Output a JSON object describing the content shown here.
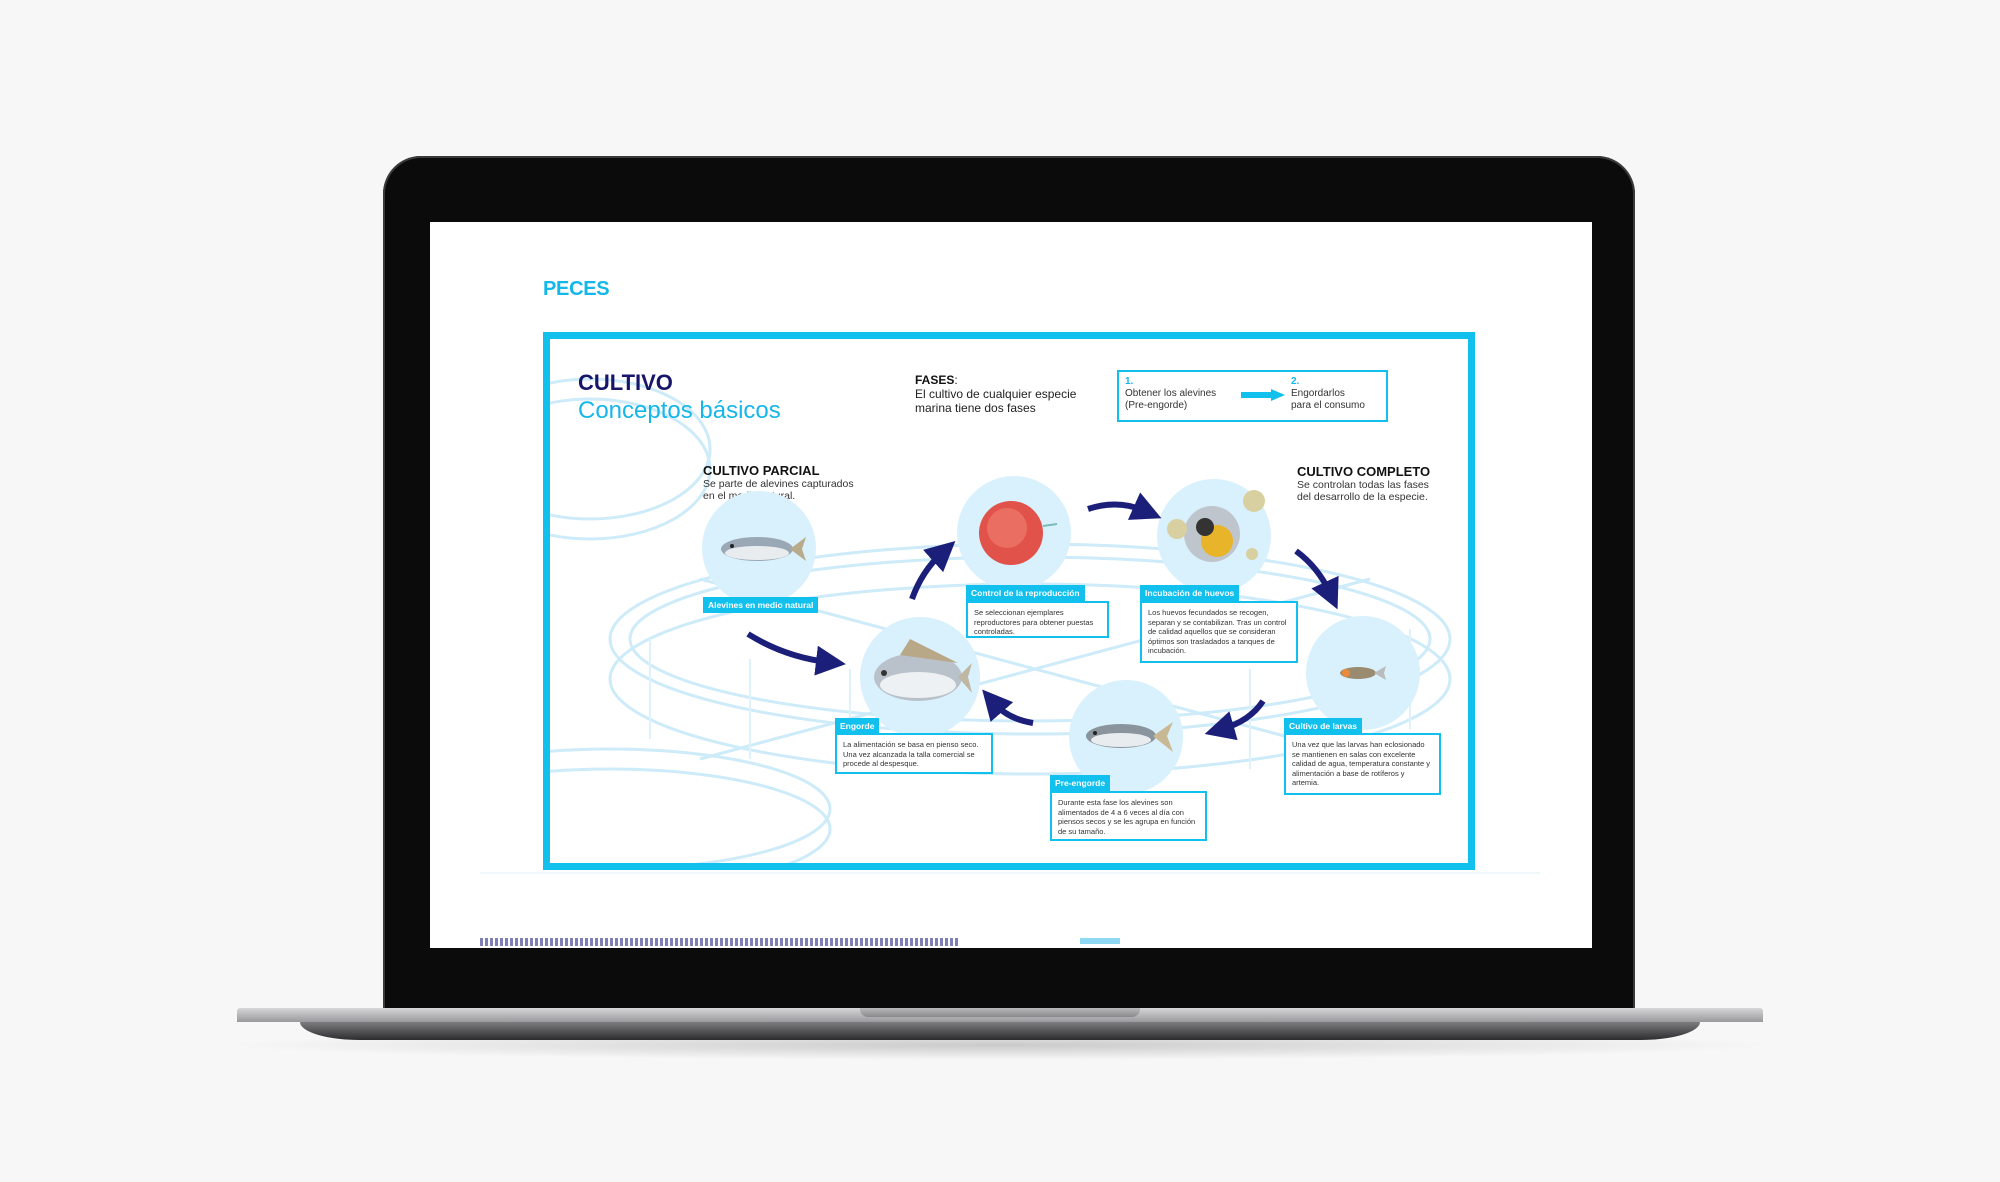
{
  "page": {
    "section_title": "PECES"
  },
  "infographic": {
    "title": "CULTIVO",
    "subtitle": "Conceptos básicos",
    "fases": {
      "label": "FASES",
      "text1": "El cultivo de cualquier especie",
      "text2": "marina tiene dos fases"
    },
    "phases": [
      {
        "number": "1.",
        "line1": "Obtener los alevines",
        "line2": "(Pre-engorde)"
      },
      {
        "number": "2.",
        "line1": "Engordarlos",
        "line2": "para el consumo"
      }
    ],
    "parcial": {
      "title": "CULTIVO PARCIAL",
      "line1": "Se parte de alevines capturados",
      "line2": "en el medio natural."
    },
    "completo": {
      "title": "CULTIVO COMPLETO",
      "line1": "Se controlan todas las fases",
      "line2": "del desarrollo de la especie."
    },
    "stages": {
      "alevines": {
        "label": "Alevines en medio natural"
      },
      "control": {
        "label": "Control de la reproducción",
        "text": "Se seleccionan ejemplares reproductores para obtener puestas controladas."
      },
      "incubacion": {
        "label": "Incubación de huevos",
        "text": "Los huevos fecundados se recogen, separan y se contabilizan. Tras un control de calidad aquellos que se consideran óptimos son trasladados a tanques de incubación."
      },
      "larvas": {
        "label": "Cultivo de larvas",
        "text": "Una vez que las larvas han eclosionado se mantienen en salas con excelente calidad de agua, temperatura constante y alimentación a base de rotíferos y artemia."
      },
      "preengorde": {
        "label": "Pre-engorde",
        "text": "Durante esta fase los alevines son alimentados de 4 a 6 veces al día con piensos secos y se les agrupa en función de su tamaño."
      },
      "engorde": {
        "label": "Engorde",
        "text": "La alimentación se basa en pienso seco. Una vez alcanzada la talla comercial se procede al despesque."
      }
    }
  },
  "colors": {
    "accent": "#12c0ee",
    "navy": "#17166b",
    "arrow": "#1b1f7a"
  }
}
